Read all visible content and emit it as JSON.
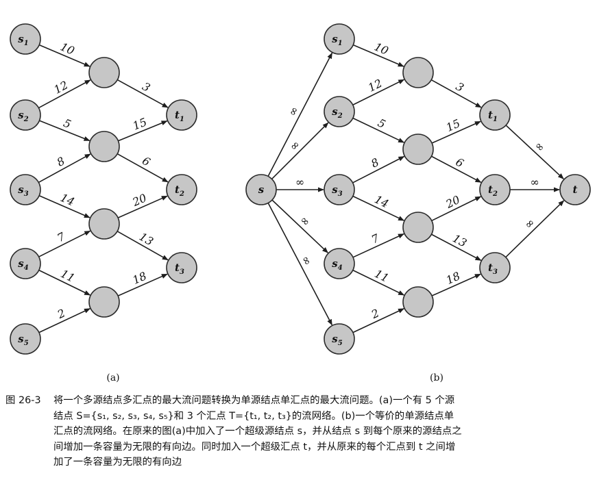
{
  "figure": {
    "panel_a_label": "(a)",
    "panel_b_label": "(b)",
    "panel_a": {
      "nodes": [
        {
          "id": "s1",
          "main": "s",
          "sub": "1"
        },
        {
          "id": "s2",
          "main": "s",
          "sub": "2"
        },
        {
          "id": "s3",
          "main": "s",
          "sub": "3"
        },
        {
          "id": "s4",
          "main": "s",
          "sub": "4"
        },
        {
          "id": "s5",
          "main": "s",
          "sub": "5"
        },
        {
          "id": "m1",
          "main": "",
          "sub": ""
        },
        {
          "id": "m2",
          "main": "",
          "sub": ""
        },
        {
          "id": "m3",
          "main": "",
          "sub": ""
        },
        {
          "id": "m4",
          "main": "",
          "sub": ""
        },
        {
          "id": "t1",
          "main": "t",
          "sub": "1"
        },
        {
          "id": "t2",
          "main": "t",
          "sub": "2"
        },
        {
          "id": "t3",
          "main": "t",
          "sub": "3"
        }
      ],
      "edges": [
        {
          "from": "s1",
          "to": "m1",
          "label": "10"
        },
        {
          "from": "s2",
          "to": "m1",
          "label": "12"
        },
        {
          "from": "s2",
          "to": "m2",
          "label": "5"
        },
        {
          "from": "s3",
          "to": "m2",
          "label": "8"
        },
        {
          "from": "s3",
          "to": "m3",
          "label": "14"
        },
        {
          "from": "s4",
          "to": "m3",
          "label": "7"
        },
        {
          "from": "s4",
          "to": "m4",
          "label": "11"
        },
        {
          "from": "s5",
          "to": "m4",
          "label": "2"
        },
        {
          "from": "m1",
          "to": "t1",
          "label": "3"
        },
        {
          "from": "m2",
          "to": "t1",
          "label": "15"
        },
        {
          "from": "m2",
          "to": "t2",
          "label": "6"
        },
        {
          "from": "m3",
          "to": "t2",
          "label": "20"
        },
        {
          "from": "m3",
          "to": "t3",
          "label": "13"
        },
        {
          "from": "m4",
          "to": "t3",
          "label": "18"
        }
      ]
    },
    "panel_b": {
      "nodes": [
        {
          "id": "s",
          "main": "s",
          "sub": ""
        },
        {
          "id": "s1",
          "main": "s",
          "sub": "1"
        },
        {
          "id": "s2",
          "main": "s",
          "sub": "2"
        },
        {
          "id": "s3",
          "main": "s",
          "sub": "3"
        },
        {
          "id": "s4",
          "main": "s",
          "sub": "4"
        },
        {
          "id": "s5",
          "main": "s",
          "sub": "5"
        },
        {
          "id": "m1",
          "main": "",
          "sub": ""
        },
        {
          "id": "m2",
          "main": "",
          "sub": ""
        },
        {
          "id": "m3",
          "main": "",
          "sub": ""
        },
        {
          "id": "m4",
          "main": "",
          "sub": ""
        },
        {
          "id": "t1",
          "main": "t",
          "sub": "1"
        },
        {
          "id": "t2",
          "main": "t",
          "sub": "2"
        },
        {
          "id": "t3",
          "main": "t",
          "sub": "3"
        },
        {
          "id": "t",
          "main": "t",
          "sub": ""
        }
      ],
      "edges": [
        {
          "from": "s",
          "to": "s1",
          "label": "∞"
        },
        {
          "from": "s",
          "to": "s2",
          "label": "∞"
        },
        {
          "from": "s",
          "to": "s3",
          "label": "∞"
        },
        {
          "from": "s",
          "to": "s4",
          "label": "∞"
        },
        {
          "from": "s",
          "to": "s5",
          "label": "∞"
        },
        {
          "from": "s1",
          "to": "m1",
          "label": "10"
        },
        {
          "from": "s2",
          "to": "m1",
          "label": "12"
        },
        {
          "from": "s2",
          "to": "m2",
          "label": "5"
        },
        {
          "from": "s3",
          "to": "m2",
          "label": "8"
        },
        {
          "from": "s3",
          "to": "m3",
          "label": "14"
        },
        {
          "from": "s4",
          "to": "m3",
          "label": "7"
        },
        {
          "from": "s4",
          "to": "m4",
          "label": "11"
        },
        {
          "from": "s5",
          "to": "m4",
          "label": "2"
        },
        {
          "from": "m1",
          "to": "t1",
          "label": "3"
        },
        {
          "from": "m2",
          "to": "t1",
          "label": "15"
        },
        {
          "from": "m2",
          "to": "t2",
          "label": "6"
        },
        {
          "from": "m3",
          "to": "t2",
          "label": "20"
        },
        {
          "from": "m3",
          "to": "t3",
          "label": "13"
        },
        {
          "from": "m4",
          "to": "t3",
          "label": "18"
        },
        {
          "from": "t1",
          "to": "t",
          "label": "∞"
        },
        {
          "from": "t2",
          "to": "t",
          "label": "∞"
        },
        {
          "from": "t3",
          "to": "t",
          "label": "∞"
        }
      ]
    }
  },
  "caption": {
    "label": "图 26-3",
    "lines": [
      "将一个多源结点多汇点的最大流问题转换为单源结点单汇点的最大流问题。(a)一个有 5 个源",
      "结点 S={s₁, s₂, s₃, s₄, s₅}和 3 个汇点 T={t₁, t₂, t₃}的流网络。(b)一个等价的单源结点单",
      "汇点的流网络。在原来的图(a)中加入了一个超级源结点 s，并从结点 s 到每个原来的源结点之",
      "间增加一条容量为无限的有向边。同时加入一个超级汇点 t，并从原来的每个汇点到 t 之间增",
      "加了一条容量为无限的有向边"
    ]
  }
}
